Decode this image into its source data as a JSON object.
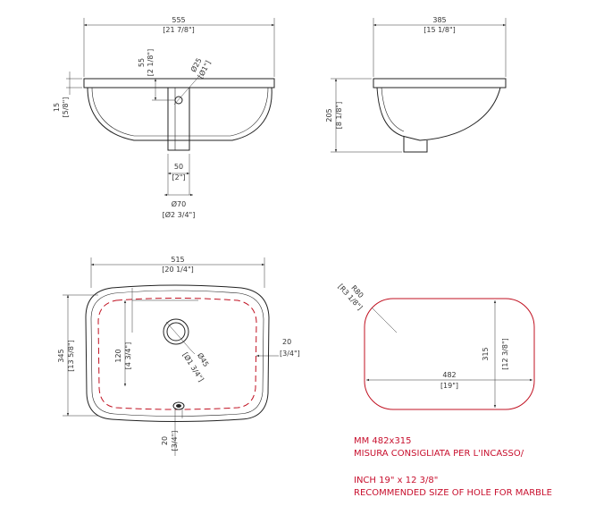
{
  "front_view": {
    "width_mm": "555",
    "width_in": "[21 7/8\"]",
    "rim_mm": "15",
    "rim_in": "[5/8\"]",
    "overflow_height_mm": "55",
    "overflow_height_in": "[2 1/8\"]",
    "overflow_dia_mm": "Ø25",
    "overflow_dia_in": "[Ø1\"]",
    "drain_mm": "50",
    "drain_in": "[2\"]",
    "drain_dia_mm": "Ø70",
    "drain_dia_in": "[Ø2 3/4\"]"
  },
  "side_view": {
    "depth_mm": "385",
    "depth_in": "[15 1/8\"]",
    "height_mm": "205",
    "height_in": "[8 1/8\"]"
  },
  "top_view": {
    "width_mm": "515",
    "width_in": "[20 1/4\"]",
    "height_mm": "345",
    "height_in": "[13 5/8\"]",
    "inner_offset_mm": "120",
    "inner_offset_in": "[4 3/4\"]",
    "margin_mm": "20",
    "margin_in": "[3/4\"]",
    "drain_dia_mm": "Ø45",
    "drain_dia_in": "[Ø1 3/4\"]",
    "bottom_mm": "20",
    "bottom_in": "[3/4\"]"
  },
  "cutout": {
    "radius_mm": "R80",
    "radius_in": "[R3 1/8\"]",
    "width_mm": "482",
    "width_in": "[19\"]",
    "height_mm": "315",
    "height_in": "[12 3/8\"]"
  },
  "notes": {
    "line1": "MM 482x315",
    "line2": "MISURA CONSIGLIATA PER L'INCASSO/",
    "line3": "INCH 19\" x 12 3/8\"",
    "line4": "RECOMMENDED SIZE OF HOLE FOR MARBLE"
  },
  "colors": {
    "outline": "#222222",
    "cutout": "#c01020",
    "note_text": "#c8102e"
  }
}
